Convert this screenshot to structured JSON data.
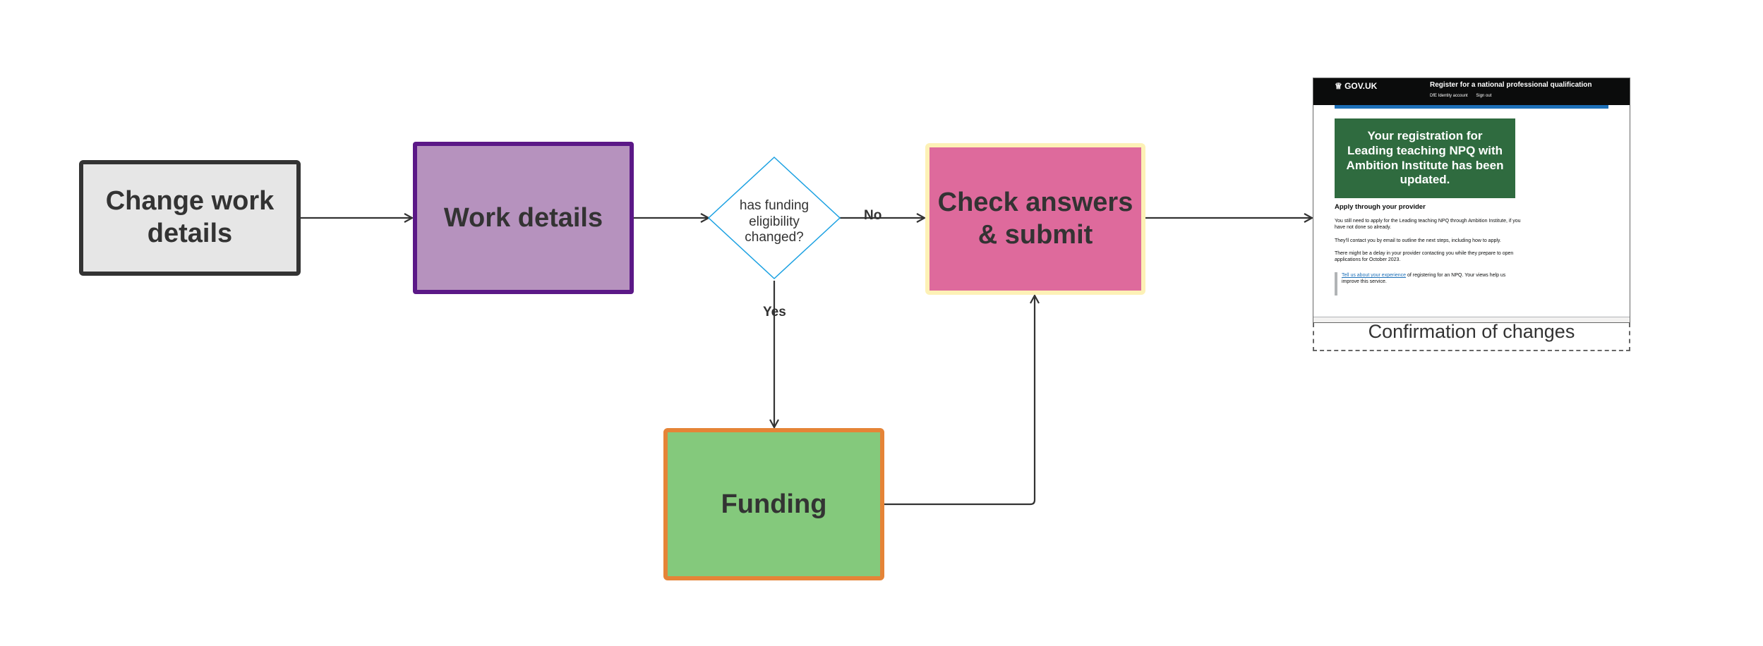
{
  "nodes": {
    "change_work_details": "Change work details",
    "work_details": "Work details",
    "decision": "has funding eligibility changed?",
    "check_answers": "Check answers & submit",
    "funding": "Funding"
  },
  "edge_labels": {
    "no": "No",
    "yes": "Yes"
  },
  "screenshot": {
    "caption": "Confirmation of changes",
    "header_logo": "GOV.UK",
    "service_name": "Register for a national professional qualification",
    "header_links": [
      "DfE Identity account",
      "Sign out"
    ],
    "panel_title": "Your registration for Leading teaching NPQ with Ambition Institute has been updated.",
    "heading": "Apply through your provider",
    "paragraphs": [
      "You still need to apply for the Leading teaching NPQ through Ambition Institute, if you have not done so already.",
      "They'll contact you by email to outline the next steps, including how to apply.",
      "There might be a delay in your provider contacting you while they prepare to open applications for October 2023."
    ],
    "inset_link": "Tell us about your experience",
    "inset_text": " of registering for an NPQ. Your views help us improve this service."
  },
  "colors": {
    "change_fill": "#e6e6e6",
    "change_border": "#333333",
    "work_fill": "#b692be",
    "work_border": "#5b1887",
    "check_fill": "#de6a9c",
    "check_border": "#fdf1b6",
    "funding_fill": "#84c97c",
    "funding_border": "#e58437",
    "decision_border": "#1ba1e2",
    "edge": "#333333",
    "govuk_green": "#2f6b3f",
    "govuk_blue": "#1d70b8"
  }
}
